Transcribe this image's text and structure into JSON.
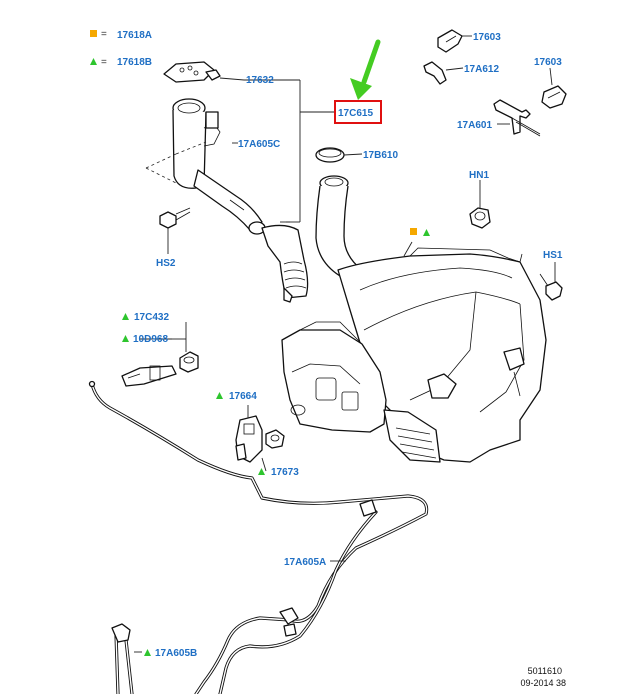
{
  "legend": [
    {
      "symbol": "square",
      "color": "#f5a800",
      "eq": "=",
      "code": "17618A"
    },
    {
      "symbol": "triangle",
      "color": "#2ec52e",
      "eq": "=",
      "code": "17618B"
    }
  ],
  "labels": {
    "l17603a": "17603",
    "l17a612": "17A612",
    "l17603b": "17603",
    "l17a601": "17A601",
    "l17632": "17632",
    "l17c615": "17C615",
    "l17a605c": "17A605C",
    "l17b610": "17B610",
    "lhn1": "HN1",
    "lhs1": "HS1",
    "lhs2": "HS2",
    "l17c432": "17C432",
    "l10d968": "10D968",
    "l17664": "17664",
    "l17673": "17673",
    "l17a605a": "17A605A",
    "l17a605b": "17A605B"
  },
  "highlight": {
    "color": "#e01010",
    "arrow_color": "#44cc22"
  },
  "footer": {
    "code": "5011610",
    "date": "09-2014 38"
  }
}
